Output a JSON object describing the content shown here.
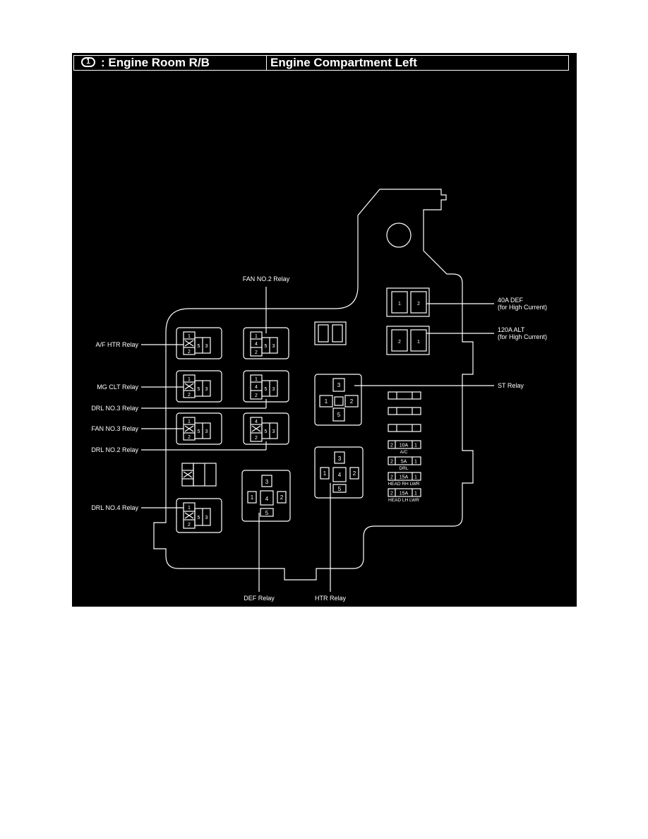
{
  "header": {
    "number": "1",
    "title_left": ": Engine Room R/B",
    "title_right": "Engine Compartment Left"
  },
  "labels": {
    "fan2": "FAN NO.2 Relay",
    "afhtr": "A/F HTR Relay",
    "mgclt": "MG CLT Relay",
    "drl3": "DRL NO.3 Relay",
    "fan3": "FAN NO.3 Relay",
    "drl2": "DRL NO.2 Relay",
    "drl4": "DRL NO.4 Relay",
    "def": "DEF Relay",
    "htr": "HTR Relay",
    "st": "ST Relay",
    "fuse40_a": "40A DEF",
    "fuse40_b": "(for High Current)",
    "fuse120_a": "120A ALT",
    "fuse120_b": "(for High Current)"
  },
  "mini_fuses": [
    {
      "left": "2",
      "rating": "10A",
      "right": "1",
      "name": "A/C"
    },
    {
      "left": "2",
      "rating": "5A",
      "right": "1",
      "name": "DRL"
    },
    {
      "left": "2",
      "rating": "15A",
      "right": "1",
      "name": "HEAD RH LWR"
    },
    {
      "left": "2",
      "rating": "15A",
      "right": "1",
      "name": "HEAD LH LWR"
    }
  ],
  "pins": {
    "one": "1",
    "two": "2",
    "three": "3",
    "four": "4",
    "five": "5"
  },
  "colors": {
    "background": "#000000",
    "line": "#ffffff"
  }
}
